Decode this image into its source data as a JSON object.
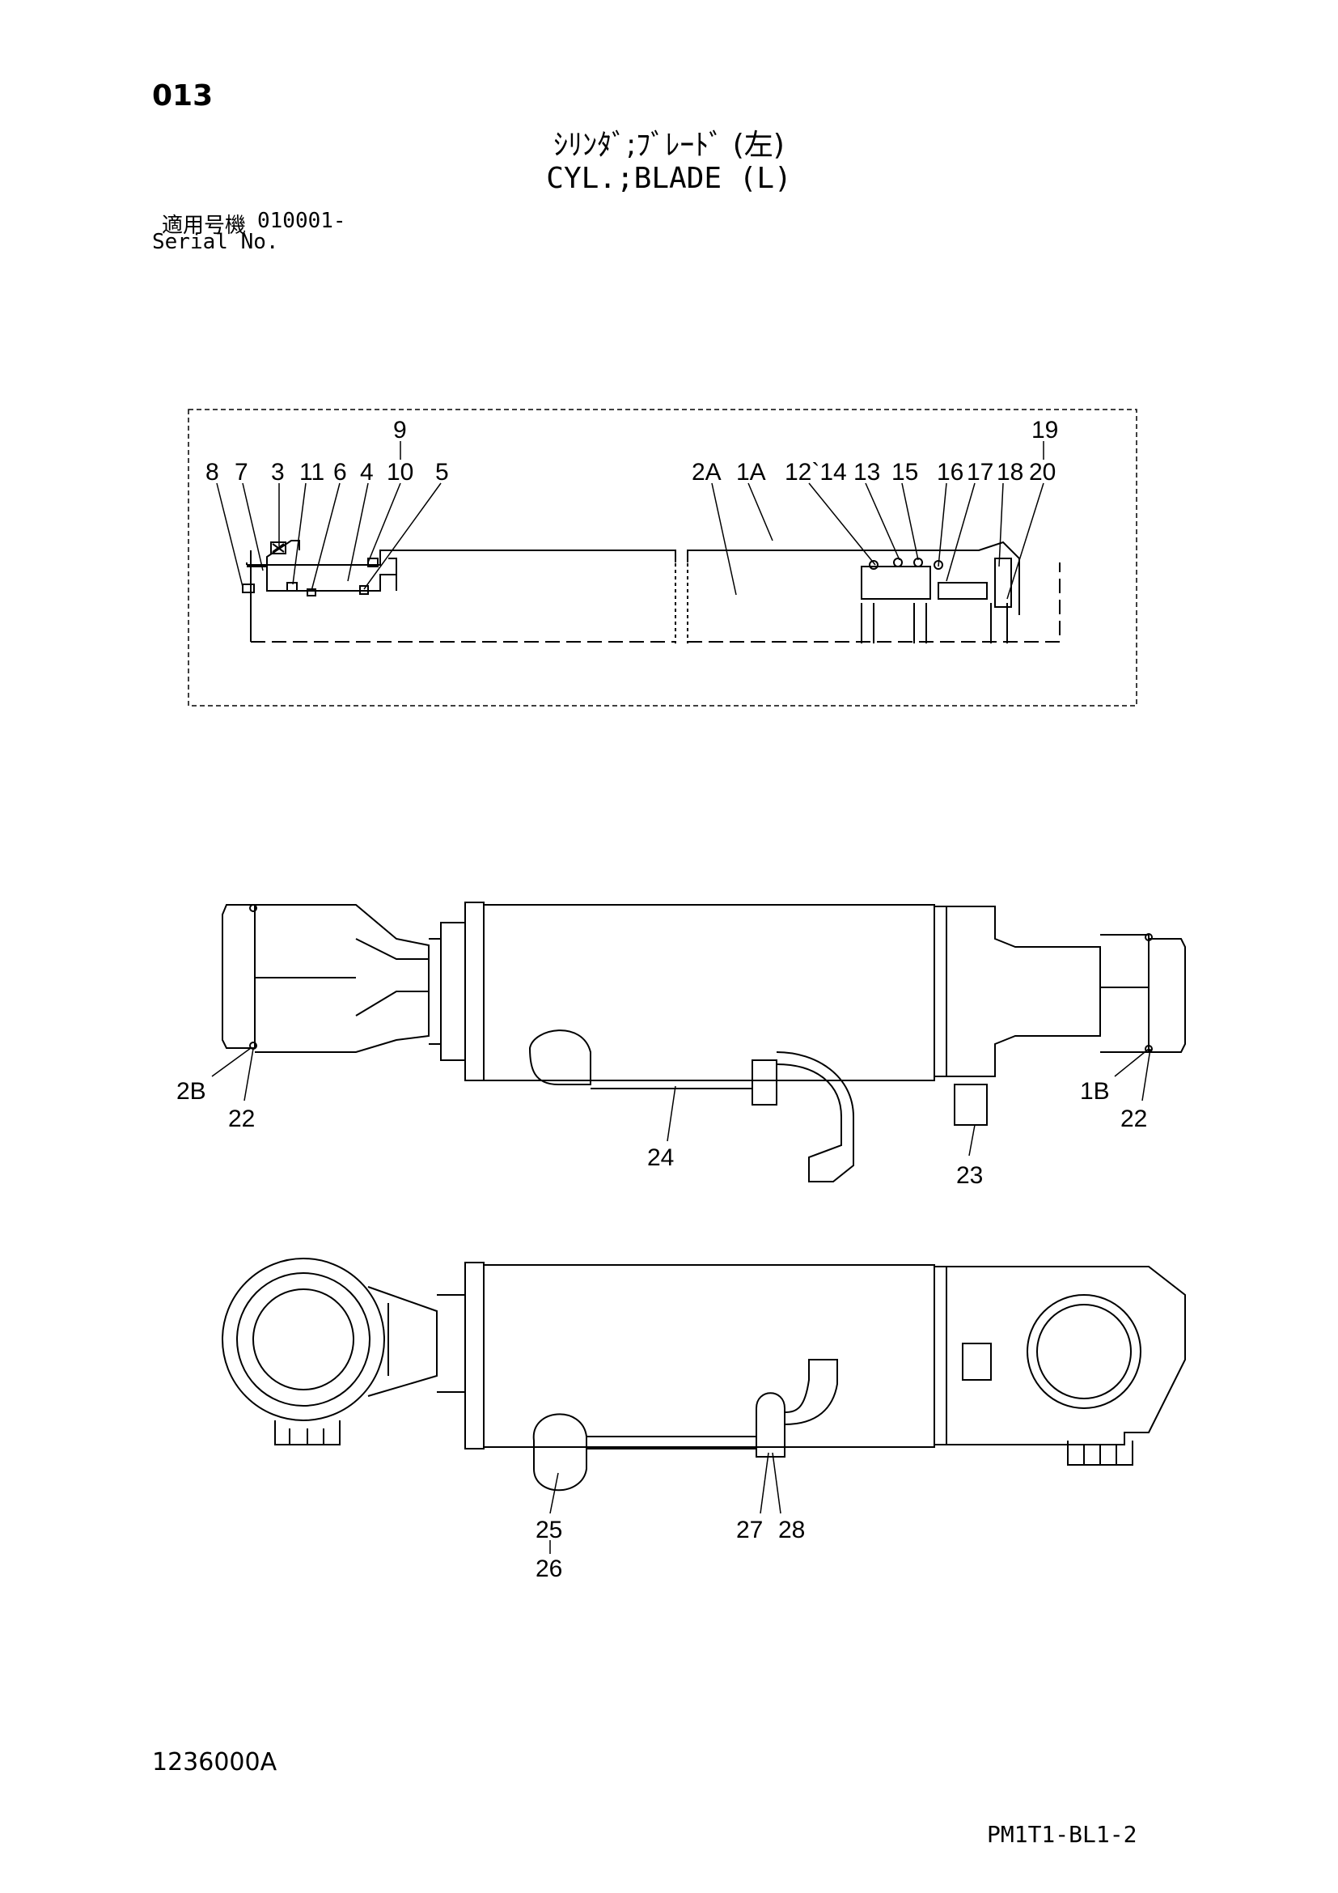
{
  "header": {
    "page_number": "013",
    "title_jp": "ｼﾘﾝﾀﾞ;ﾌﾞﾚｰﾄﾞ (左)",
    "title_en": "CYL.;BLADE (L)",
    "serial_label_jp": "適用号機",
    "serial_number": "010001-",
    "serial_label_en": "Serial No."
  },
  "callouts": {
    "c8": "8",
    "c7": "7",
    "c3": "3",
    "c11": "11",
    "c6": "6",
    "c4": "4",
    "c9": "9",
    "c10": "10",
    "c5": "5",
    "c2A": "2A",
    "c1A": "1A",
    "c12_14": "12`14",
    "c13": "13",
    "c15": "15",
    "c16": "16",
    "c17": "17",
    "c18": "18",
    "c19": "19",
    "c20": "20",
    "c2B": "2B",
    "c22a": "22",
    "c24": "24",
    "c23": "23",
    "c1B": "1B",
    "c22b": "22",
    "c25": "25",
    "c26": "26",
    "c27": "27",
    "c28": "28"
  },
  "footer": {
    "drawing_number": "1236000A",
    "sheet_code": "PM1T1-BL1-2"
  }
}
